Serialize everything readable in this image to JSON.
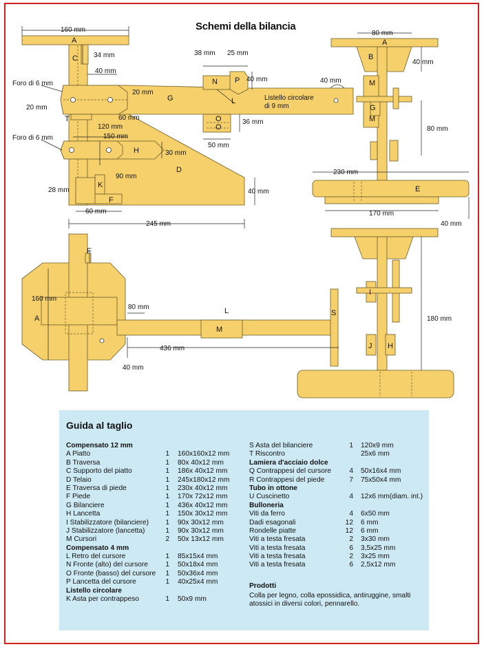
{
  "title": "Schemi della bilancia",
  "colors": {
    "wood": "#f6d06a",
    "frame": "#d11f1f",
    "panel": "#cde9f3",
    "outline": "#6a5a2a"
  },
  "labels": {
    "A": "A",
    "B": "B",
    "C": "C",
    "D": "D",
    "E": "E",
    "F": "F",
    "G": "G",
    "H": "H",
    "I": "I",
    "J": "J",
    "K": "K",
    "L": "L",
    "M": "M",
    "N": "N",
    "O": "O",
    "P": "P",
    "S": "S",
    "T": "T"
  },
  "dimensions": {
    "d160_top": "160 mm",
    "d34": "34 mm",
    "d40_t": "40 mm",
    "foro1": "Foro di 6 mm",
    "d20_left": "20 mm",
    "d20_g": "20 mm",
    "d60": "60 mm",
    "d120": "120 mm",
    "d150": "150 mm",
    "foro2": "Foro di 6 mm",
    "d30": "30 mm",
    "d90": "90 mm",
    "d28": "28 mm",
    "d40_d": "40 mm",
    "d60_bottom": "60 mm",
    "d245": "245 mm",
    "d38": "38 mm",
    "d25": "25 mm",
    "d40_p": "40 mm",
    "d36": "36 mm",
    "d50": "50 mm",
    "listello": "Listello circolare",
    "listello2": "di 9 mm",
    "d40_g": "40 mm",
    "d80_top": "80 mm",
    "d40_b": "40 mm",
    "d80_side": "80 mm",
    "d230": "230 mm",
    "d170": "170 mm",
    "d40_e": "40 mm",
    "d160_plan": "160 mm",
    "d80_plan": "80 mm",
    "d436": "436 mm",
    "d40_plan": "40 mm",
    "d180": "180 mm"
  },
  "guide": {
    "title": "Guida al taglio",
    "left": [
      {
        "section": "Compensato 12 mm"
      },
      {
        "name": "A Piatto",
        "qty": "1",
        "size": "160x160x12 mm"
      },
      {
        "name": "B Traversa",
        "qty": "1",
        "size": "80x  40x12 mm"
      },
      {
        "name": "C Supporto  del piatto",
        "qty": "1",
        "size": "186x  40x12 mm"
      },
      {
        "name": "D Telaio",
        "qty": "1",
        "size": "245x180x12 mm"
      },
      {
        "name": "E Traversa di piede",
        "qty": "1",
        "size": "230x  40x12 mm"
      },
      {
        "name": "F Piede",
        "qty": "1",
        "size": "170x  72x12 mm"
      },
      {
        "name": "G Bilanciere",
        "qty": "1",
        "size": "436x  40x12 mm"
      },
      {
        "name": "H Lancetta",
        "qty": "1",
        "size": "150x  30x12 mm"
      },
      {
        "name": "I Stabilizzatore (bilanciere)",
        "qty": "1",
        "size": "90x  30x12 mm"
      },
      {
        "name": "J Stabilizzatore (lancetta)",
        "qty": "1",
        "size": "90x  30x12 mm"
      },
      {
        "name": "M Cursori",
        "qty": "2",
        "size": "50x  13x12 mm"
      },
      {
        "section": "Compensato 4 mm"
      },
      {
        "name": "L Retro del cursore",
        "qty": "1",
        "size": "85x15x4 mm"
      },
      {
        "name": "N Fronte (alto) del cursore",
        "qty": "1",
        "size": "50x18x4 mm"
      },
      {
        "name": "O Fronte (basso) del cursore",
        "qty": "1",
        "size": "50x36x4 mm"
      },
      {
        "name": "P Lancetta del cursore",
        "qty": "1",
        "size": "40x25x4 mm"
      },
      {
        "section": "Listello circolare"
      },
      {
        "name": "K Asta per contrappeso",
        "qty": "1",
        "size": "50x9 mm"
      }
    ],
    "right": [
      {
        "name": "S Asta del bilanciere",
        "qty": "1",
        "size": "120x9 mm"
      },
      {
        "name": "T Riscontro",
        "qty": "",
        "size": "25x6 mm"
      },
      {
        "section": "Lamiera d'acciaio dolce"
      },
      {
        "name": "Q Contrappesi del cursore",
        "qty": "4",
        "size": "50x16x4 mm"
      },
      {
        "name": "R Contrappesi del piede",
        "qty": "7",
        "size": "75x50x4 mm"
      },
      {
        "section": "Tubo in ottone"
      },
      {
        "name": "U Cuscinetto",
        "qty": "4",
        "size": "12x6 mm(diam. int.)"
      },
      {
        "section": "Bulloneria"
      },
      {
        "name": "Viti da ferro",
        "qty": "4",
        "size": "6x50 mm"
      },
      {
        "name": "Dadi esagonali",
        "qty": "12",
        "size": "6 mm"
      },
      {
        "name": "Rondelle piatte",
        "qty": "12",
        "size": "6 mm"
      },
      {
        "name": "Viti a testa fresata",
        "qty": "2",
        "size": "3x30 mm"
      },
      {
        "name": "Viti a testa fresata",
        "qty": "6",
        "size": "3,5x25 mm"
      },
      {
        "name": "Viti a testa fresata",
        "qty": "2",
        "size": "3x25 mm"
      },
      {
        "name": "Viti a testa fresata",
        "qty": "6",
        "size": "2,5x12 mm"
      }
    ],
    "products_title": "Prodotti",
    "products_text": "Colla per legno, colla epossidica, antiruggine, smalti atossici in diversi colori, pennarello."
  }
}
